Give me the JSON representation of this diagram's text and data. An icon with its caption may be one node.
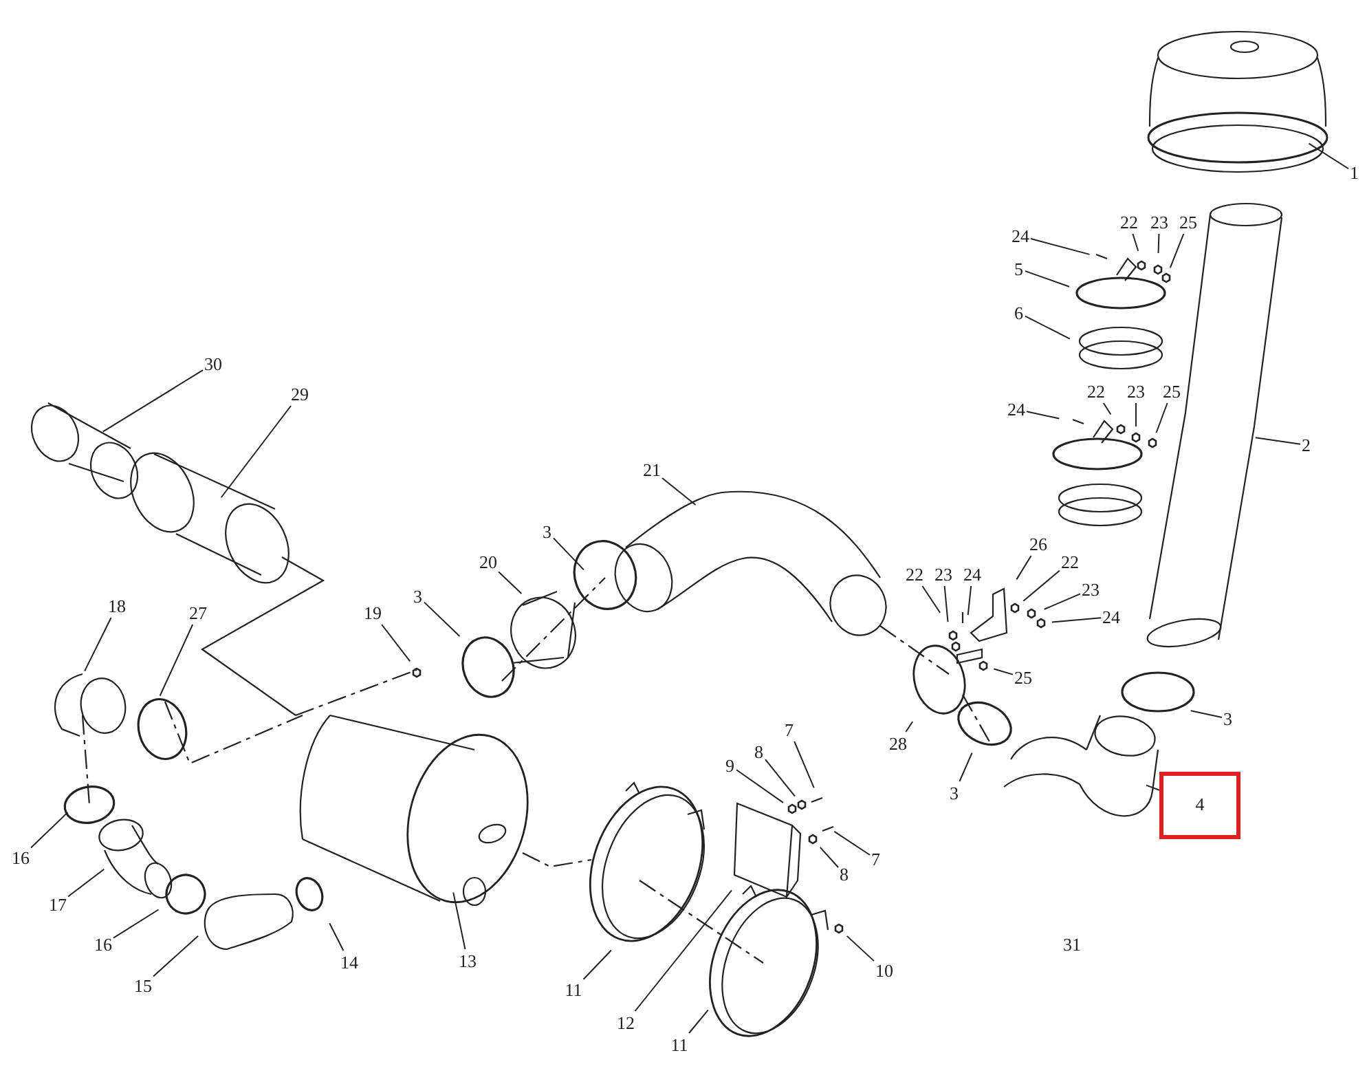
{
  "diagram": {
    "nodes": [
      {
        "text": [
          "1"
        ]
      },
      {
        "text": [
          "2"
        ]
      },
      {
        "text": [
          "22"
        ]
      },
      {
        "text": [
          "23"
        ]
      },
      {
        "text": [
          "25"
        ]
      },
      {
        "text": [
          "24"
        ]
      },
      {
        "text": [
          "5"
        ]
      },
      {
        "text": [
          "6"
        ]
      },
      {
        "text": [
          "22"
        ]
      },
      {
        "text": [
          "23"
        ]
      },
      {
        "text": [
          "25"
        ]
      },
      {
        "text": [
          "24"
        ]
      },
      {
        "text": [
          "26"
        ]
      },
      {
        "text": [
          "22"
        ]
      },
      {
        "text": [
          "23"
        ]
      },
      {
        "text": [
          "24"
        ]
      },
      {
        "text": [
          "22"
        ]
      },
      {
        "text": [
          "23"
        ]
      },
      {
        "text": [
          "24"
        ]
      },
      {
        "text": [
          "25"
        ]
      },
      {
        "text": [
          "3"
        ]
      },
      {
        "text": [
          "28"
        ]
      },
      {
        "text": [
          "3"
        ]
      },
      {
        "text": [
          "4"
        ]
      },
      {
        "text": [
          "21"
        ]
      },
      {
        "text": [
          "30"
        ]
      },
      {
        "text": [
          "29"
        ]
      },
      {
        "text": [
          "3"
        ]
      },
      {
        "text": [
          "20"
        ]
      },
      {
        "text": [
          "3"
        ]
      },
      {
        "text": [
          "19"
        ]
      },
      {
        "text": [
          "18"
        ]
      },
      {
        "text": [
          "27"
        ]
      },
      {
        "text": [
          "16"
        ]
      },
      {
        "text": [
          "17"
        ]
      },
      {
        "text": [
          "16"
        ]
      },
      {
        "text": [
          "15"
        ]
      },
      {
        "text": [
          "14"
        ]
      },
      {
        "text": [
          "13"
        ]
      },
      {
        "text": [
          "11"
        ]
      },
      {
        "text": [
          "12"
        ]
      },
      {
        "text": [
          "11"
        ]
      },
      {
        "text": [
          "7"
        ]
      },
      {
        "text": [
          "8"
        ]
      },
      {
        "text": [
          "9"
        ]
      },
      {
        "text": [
          "7"
        ]
      },
      {
        "text": [
          "8"
        ]
      },
      {
        "text": [
          "10"
        ]
      }
    ],
    "edges": [
      {
        "from": 0,
        "to": null,
        "arrow": "none"
      },
      {
        "from": 1,
        "to": null,
        "arrow": "none"
      },
      {
        "from": 2,
        "to": null,
        "arrow": "none"
      },
      {
        "from": 3,
        "to": null,
        "arrow": "none"
      },
      {
        "from": 4,
        "to": null,
        "arrow": "none"
      },
      {
        "from": 5,
        "to": null,
        "arrow": "none"
      },
      {
        "from": 6,
        "to": null,
        "arrow": "none"
      },
      {
        "from": 7,
        "to": null,
        "arrow": "none"
      },
      {
        "from": 8,
        "to": null,
        "arrow": "none"
      },
      {
        "from": 9,
        "to": null,
        "arrow": "none"
      },
      {
        "from": 10,
        "to": null,
        "arrow": "none"
      },
      {
        "from": 11,
        "to": null,
        "arrow": "none"
      },
      {
        "from": 12,
        "to": null,
        "arrow": "none"
      },
      {
        "from": 13,
        "to": null,
        "arrow": "none"
      },
      {
        "from": 14,
        "to": null,
        "arrow": "none"
      },
      {
        "from": 15,
        "to": null,
        "arrow": "none"
      },
      {
        "from": 16,
        "to": null,
        "arrow": "none"
      },
      {
        "from": 17,
        "to": null,
        "arrow": "none"
      },
      {
        "from": 18,
        "to": null,
        "arrow": "none"
      },
      {
        "from": 19,
        "to": null,
        "arrow": "none"
      },
      {
        "from": 20,
        "to": null,
        "arrow": "none"
      },
      {
        "from": 21,
        "to": null,
        "arrow": "none"
      },
      {
        "from": 22,
        "to": null,
        "arrow": "none"
      },
      {
        "from": 23,
        "to": null,
        "arrow": "none"
      },
      {
        "from": 24,
        "to": null,
        "arrow": "none"
      },
      {
        "from": 25,
        "to": null,
        "arrow": "none"
      },
      {
        "from": 26,
        "to": null,
        "arrow": "none"
      },
      {
        "from": 27,
        "to": null,
        "arrow": "none"
      },
      {
        "from": 28,
        "to": null,
        "arrow": "none"
      },
      {
        "from": 29,
        "to": null,
        "arrow": "none"
      },
      {
        "from": 30,
        "to": null,
        "arrow": "none"
      },
      {
        "from": 31,
        "to": null,
        "arrow": "none"
      },
      {
        "from": 32,
        "to": null,
        "arrow": "none"
      },
      {
        "from": 33,
        "to": null,
        "arrow": "none"
      },
      {
        "from": 34,
        "to": null,
        "arrow": "none"
      },
      {
        "from": 35,
        "to": null,
        "arrow": "none"
      },
      {
        "from": 36,
        "to": null,
        "arrow": "none"
      },
      {
        "from": 37,
        "to": null,
        "arrow": "none"
      },
      {
        "from": 38,
        "to": null,
        "arrow": "none"
      },
      {
        "from": 39,
        "to": null,
        "arrow": "none"
      },
      {
        "from": 40,
        "to": null,
        "arrow": "none"
      },
      {
        "from": 41,
        "to": null,
        "arrow": "none"
      },
      {
        "from": 42,
        "to": null,
        "arrow": "none"
      },
      {
        "from": 43,
        "to": null,
        "arrow": "none"
      },
      {
        "from": 44,
        "to": null,
        "arrow": "none"
      },
      {
        "from": 45,
        "to": null,
        "arrow": "none"
      },
      {
        "from": 46,
        "to": null,
        "arrow": "none"
      },
      {
        "from": 47,
        "to": null,
        "arrow": "none"
      }
    ],
    "labels": [
      "31"
    ]
  }
}
